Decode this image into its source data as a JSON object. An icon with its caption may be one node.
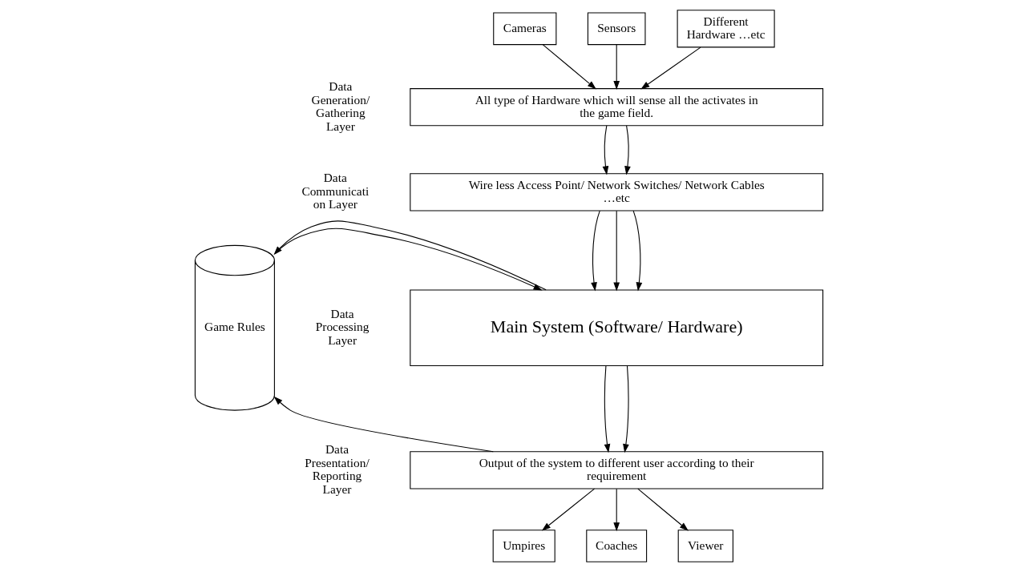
{
  "diagram": {
    "nodes": [
      {
        "text": [
          "Cameras"
        ]
      },
      {
        "text": [
          "Sensors"
        ]
      },
      {
        "text": [
          "Different Hardware …etc"
        ]
      },
      {
        "text": [
          "All type of Hardware which will sense all the activates in the game field."
        ]
      },
      {
        "text": [
          "Wire less Access Point/ Network Switches/ Network Cables …etc"
        ]
      },
      {
        "text": [
          "Main System (Software/ Hardware)"
        ]
      },
      {
        "text": [
          "Game Rules"
        ]
      },
      {
        "text": [
          "Output of the system to different user according to their requirement"
        ]
      },
      {
        "text": [
          "Umpires"
        ]
      },
      {
        "text": [
          "Coaches"
        ]
      },
      {
        "text": [
          "Viewer"
        ]
      }
    ],
    "edges": [
      {
        "from": 0,
        "to": 3,
        "arrow": "to"
      },
      {
        "from": 1,
        "to": 3,
        "arrow": "to"
      },
      {
        "from": 2,
        "to": 3,
        "arrow": "to"
      },
      {
        "from": 3,
        "to": 4,
        "arrow": "to"
      },
      {
        "from": 3,
        "to": 4,
        "arrow": "to"
      },
      {
        "from": 4,
        "to": 5,
        "arrow": "to"
      },
      {
        "from": 4,
        "to": 5,
        "arrow": "to"
      },
      {
        "from": 4,
        "to": 5,
        "arrow": "to"
      },
      {
        "from": 6,
        "to": 5,
        "arrow": "to"
      },
      {
        "from": 5,
        "to": 6,
        "arrow": "to"
      },
      {
        "from": 5,
        "to": 7,
        "arrow": "to"
      },
      {
        "from": 5,
        "to": 7,
        "arrow": "to"
      },
      {
        "from": 7,
        "to": 6,
        "arrow": "to"
      },
      {
        "from": 7,
        "to": 8,
        "arrow": "to"
      },
      {
        "from": 7,
        "to": 9,
        "arrow": "to"
      },
      {
        "from": 7,
        "to": 10,
        "arrow": "to"
      }
    ],
    "labels": [
      "Data Generation/ Gathering Layer",
      "Data Communicati on Layer",
      "Data Processing Layer",
      "Data Presentation/ Reporting Layer"
    ]
  }
}
